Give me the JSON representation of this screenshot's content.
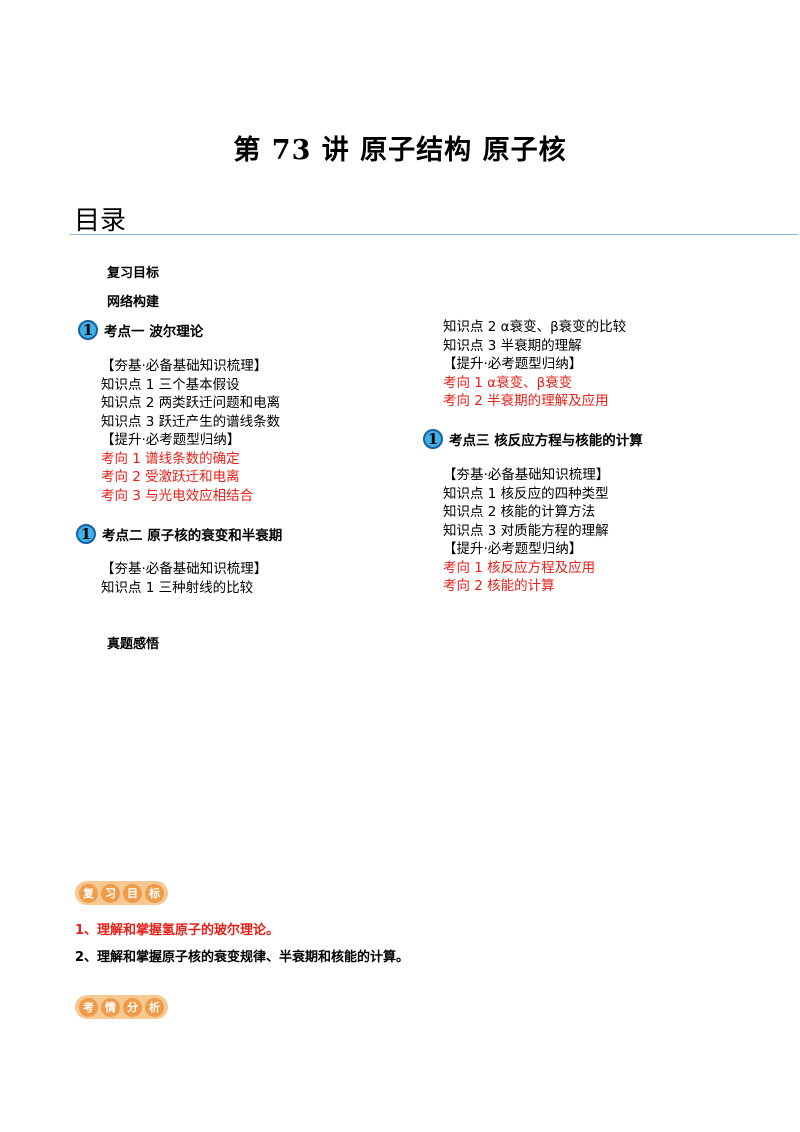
{
  "title": "第 73 讲  原子结构  原子核",
  "toc_heading": "目录",
  "toc_top": [
    "复习目标",
    "网络构建"
  ],
  "left_col": {
    "section1": {
      "badge": "1",
      "label": "考点一    波尔理论",
      "lines": [
        {
          "text": "【夯基·必备基础知识梳理】",
          "red": false
        },
        {
          "text": "知识点 1  三个基本假设",
          "red": false
        },
        {
          "text": "知识点 2  两类跃迁问题和电离",
          "red": false
        },
        {
          "text": "知识点 3  跃迁产生的谱线条数",
          "red": false
        },
        {
          "text": "【提升·必考题型归纳】",
          "red": false
        },
        {
          "text": "考向 1  谱线条数的确定",
          "red": true
        },
        {
          "text": "考向 2  受激跃迁和电离",
          "red": true
        },
        {
          "text": "考向 3  与光电效应相结合",
          "red": true
        }
      ]
    },
    "section2": {
      "badge": "1",
      "label": "考点二    原子核的衰变和半衰期",
      "lines": [
        {
          "text": "【夯基·必备基础知识梳理】",
          "red": false
        },
        {
          "text": "知识点 1  三种射线的比较",
          "red": false
        }
      ]
    },
    "extra": "真题感悟"
  },
  "right_col": {
    "top_lines": [
      {
        "text": "知识点 2  α衰变、β衰变的比较",
        "red": false
      },
      {
        "text": "知识点 3  半衰期的理解",
        "red": false
      },
      {
        "text": "【提升·必考题型归纳】",
        "red": false
      },
      {
        "text": "考向 1  α衰变、β衰变",
        "red": true
      },
      {
        "text": "考向 2  半衰期的理解及应用",
        "red": true
      }
    ],
    "section3": {
      "badge": "1",
      "label": "考点三    核反应方程与核能的计算",
      "lines": [
        {
          "text": "【夯基·必备基础知识梳理】",
          "red": false
        },
        {
          "text": "知识点 1  核反应的四种类型",
          "red": false
        },
        {
          "text": "知识点 2  核能的计算方法",
          "red": false
        },
        {
          "text": "知识点 3  对质能方程的理解",
          "red": false
        },
        {
          "text": "【提升·必考题型归纳】",
          "red": false
        },
        {
          "text": "考向 1  核反应方程及应用",
          "red": true
        },
        {
          "text": "考向 2  核能的计算",
          "red": true
        }
      ]
    }
  },
  "objectives_tag": [
    "复",
    "习",
    "目",
    "标"
  ],
  "objectives": [
    {
      "text": "1、理解和掌握氢原子的玻尔理论。",
      "red": true
    },
    {
      "text": "2、理解和掌握原子核的衰变规律、半衰期和核能的计算。",
      "red": false
    }
  ],
  "analysis_tag": [
    "考",
    "情",
    "分",
    "析"
  ],
  "colors": {
    "red": "#e8201a",
    "badge_fill": "#3fb0e8",
    "badge_ring": "#1a5f9e",
    "tag_bg": "#f6c892",
    "tag_cell": "#ef9b4a",
    "rule": "#8fb4d9"
  }
}
